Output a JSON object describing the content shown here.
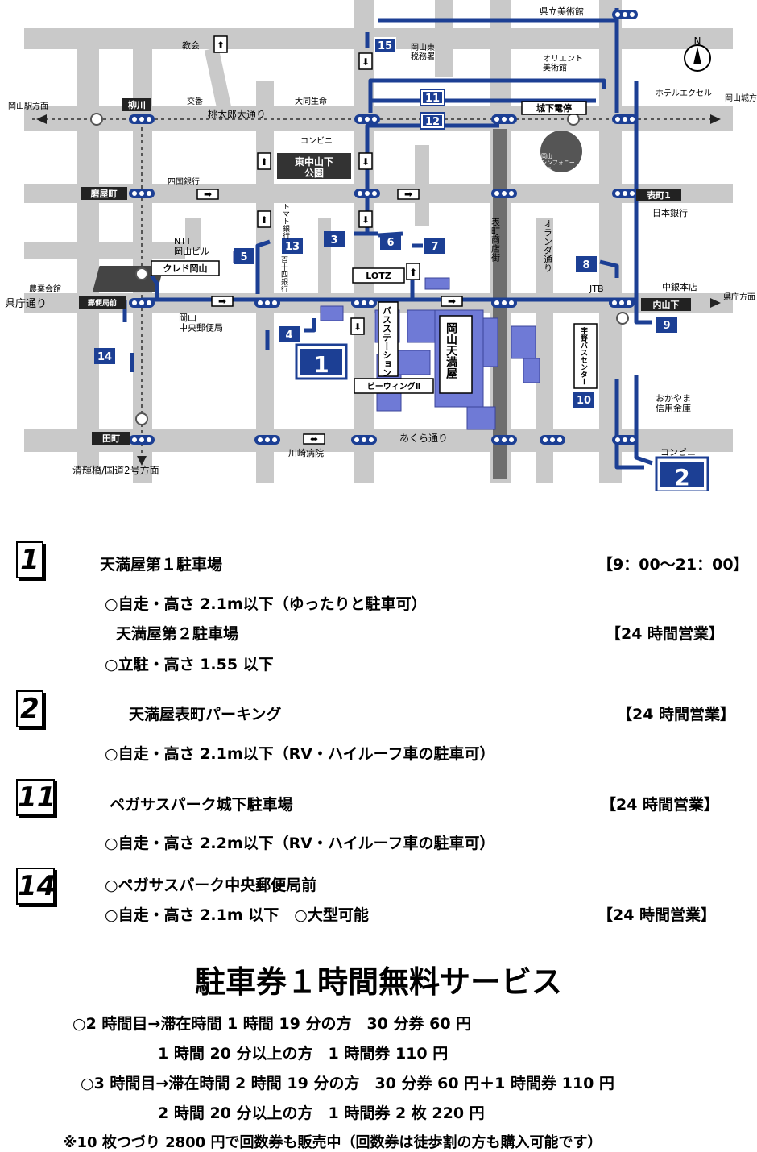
{
  "map": {
    "north_label": "N",
    "labels": {
      "kenritsu_museum": "県立美術館",
      "church": "教会",
      "zeimusho": "岡山東\n税務署",
      "orient_museum": "オリエント\n美術館",
      "hotel_excel": "ホテルエクセル",
      "okayama_station_dir": "岡山駅方面",
      "okayama_castle_dir": "岡山城方面",
      "yanagawa": "柳川",
      "koban": "交番",
      "daido_seimei": "大同生命",
      "momotaro_street": "桃太郎大通り",
      "joka_stop": "城下電停",
      "conveni_top": "コンビニ",
      "symphony_hall": "岡山\nシンフォニー\nビル",
      "higashi_nakasange_park": "東中山下\n公園",
      "shikoku_bank": "四国銀行",
      "togiyamachi": "磨屋町",
      "omotecho1": "表町1",
      "nippon_bank": "日本銀行",
      "tomato_bank": "トマト銀行",
      "omotecho_shotengai": "表町商店街",
      "oranda_street": "オランダ通り",
      "ntt_building": "NTT\n岡山ビル",
      "kured_okayama": "クレド岡山",
      "hyakujushi_bank": "百十四銀行",
      "lotz": "LOTZ",
      "jtb": "JTB",
      "chugin_honten": "中銀本店",
      "nogyo_kaikan": "農業会館",
      "kencho_street": "県庁通り",
      "yubinkyoku_mae": "郵便局前",
      "uchisange": "内山下",
      "kencho_dir": "県庁方面",
      "central_post_office": "岡山\n中央郵便局",
      "bus_station": "バスステーション",
      "tenmaya": "岡山天満屋",
      "bewing": "ビーウィングⅡ",
      "uno_bus_center": "宇野バスセンター",
      "okayama_shinkin": "おかやま\n信用金庫",
      "tamachi": "田町",
      "akura_street": "あくら通り",
      "kawasaki_hospital": "川崎病院",
      "conveni_bottom": "コンビニ",
      "seikibashi_dir": "清輝橋/国道2号方面"
    },
    "parking_numbers": [
      "15",
      "11",
      "12",
      "3",
      "6",
      "7",
      "5",
      "13",
      "8",
      "4",
      "1",
      "9",
      "14",
      "10",
      "2"
    ]
  },
  "lots": [
    {
      "number": "1",
      "lines": [
        {
          "name": "天満屋第１駐車場",
          "hours": "【9：00～21：00】"
        },
        {
          "detail": "○自走・高さ 2.1m以下（ゆったりと駐車可）"
        },
        {
          "name": "天満屋第２駐車場",
          "hours": "【24 時間営業】"
        },
        {
          "detail": "○立駐・高さ 1.55 以下"
        }
      ]
    },
    {
      "number": "2",
      "lines": [
        {
          "name": "天満屋表町パーキング",
          "hours": "【24 時間営業】"
        },
        {
          "detail": "○自走・高さ 2.1m以下（RV・ハイルーフ車の駐車可）"
        }
      ]
    },
    {
      "number": "11",
      "lines": [
        {
          "name": "ペガサスパーク城下駐車場",
          "hours": "【24 時間営業】"
        },
        {
          "detail": "○自走・高さ 2.2m以下（RV・ハイルーフ車の駐車可）"
        }
      ]
    },
    {
      "number": "14",
      "lines": [
        {
          "name": "○ペガサスパーク中央郵便局前"
        },
        {
          "detail": "○自走・高さ 2.1m 以下　○大型可能",
          "hours": "【24 時間営業】"
        }
      ]
    }
  ],
  "service": {
    "title": "駐車券１時間無料サービス",
    "lines": [
      "○2 時間目→滞在時間 1 時間 19 分の方　30 分券 60 円",
      "1 時間 20 分以上の方　1 時間券 110 円",
      "○3 時間目→滞在時間 2 時間 19 分の方　30 分券 60 円＋1 時間券 110 円",
      "2 時間 20 分以上の方　1 時間券 2 枚 220 円",
      "※10 枚つづり 2800 円で回数券も販売中（回数券は徒歩割の方も購入可能です）"
    ]
  },
  "colors": {
    "road": "#c9c9c9",
    "route": "#1c3f94",
    "building": "#6f7ad6",
    "label_box": "#1c3f94",
    "dark_label": "#222222"
  }
}
